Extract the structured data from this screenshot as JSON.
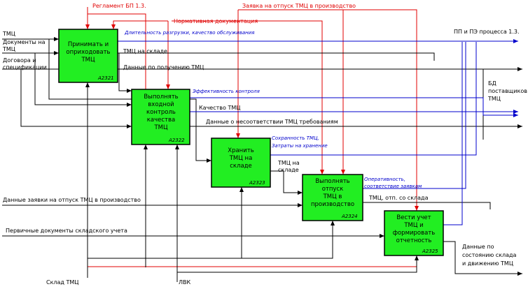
{
  "boxes": [
    {
      "id": "A2321",
      "lines": [
        "Принимать и",
        "оприходовать",
        "ТМЦ"
      ]
    },
    {
      "id": "A2322",
      "lines": [
        "Выполнять",
        "входной",
        "контроль",
        "качества",
        "ТМЦ"
      ]
    },
    {
      "id": "A2323",
      "lines": [
        "Хранить",
        "ТМЦ на",
        "складе"
      ]
    },
    {
      "id": "A2324",
      "lines": [
        "Выполнять",
        "отпуск",
        "ТМЦ в",
        "производство"
      ]
    },
    {
      "id": "A2325",
      "lines": [
        "Вести учет",
        "ТМЦ и",
        "формировать",
        "отчетность"
      ]
    }
  ],
  "controls": {
    "reglament": "Регламент БП 1.3.",
    "normative": "Нормативная документация",
    "zayavka": "Заявка на отпуск ТМЦ в производство"
  },
  "inputs": {
    "tmc": "ТМЦ",
    "docs_line1": "Документы на",
    "docs_line2": "ТМЦ",
    "dogovora_line1": "Договора и",
    "dogovora_line2": "спецификации",
    "zayavka_data": "Данные заявки на отпуск ТМЦ в производство",
    "pervichnye": "Первичные документы складского учета"
  },
  "mechanisms": {
    "sklad": "Склад ТМЦ",
    "lvk": "ЛВК"
  },
  "arrows": {
    "tmc_na_sklade": "ТМЦ на складе",
    "dannye_poluch": "Данные по получению ТМЦ",
    "kachestvo": "Качество ТМЦ",
    "nesootv": "Данные о несоответствии ТМЦ  требованиям",
    "tmc_na_sklade2_l1": "ТМЦ на",
    "tmc_na_sklade2_l2": "складе",
    "tmc_otp": "ТМЦ, отп. со склада",
    "dannye_sost_l1": "Данные по",
    "dannye_sost_l2": "состоянию склада",
    "dannye_sost_l3": "и движению ТМЦ"
  },
  "outputs": {
    "pp_pe": "ПП и ПЭ процесса 1.3.",
    "bd_l1": "БД",
    "bd_l2": "поставщиков",
    "bd_l3": "ТМЦ"
  },
  "metrics": {
    "dlitelnost": "Длительность разгрузки, качество обслуживания",
    "effektivnost": "Эффективность контроля",
    "sokhrannost": "Сохранность ТМЦ,",
    "zatraty": "Затраты на хранение",
    "operativnost": "Оперативность,",
    "sootvetstvie": "соответствие заявкам"
  },
  "colors": {
    "box_fill": "#22ee22",
    "control": "#e00000",
    "metric": "#0000cc",
    "line": "#000000"
  }
}
